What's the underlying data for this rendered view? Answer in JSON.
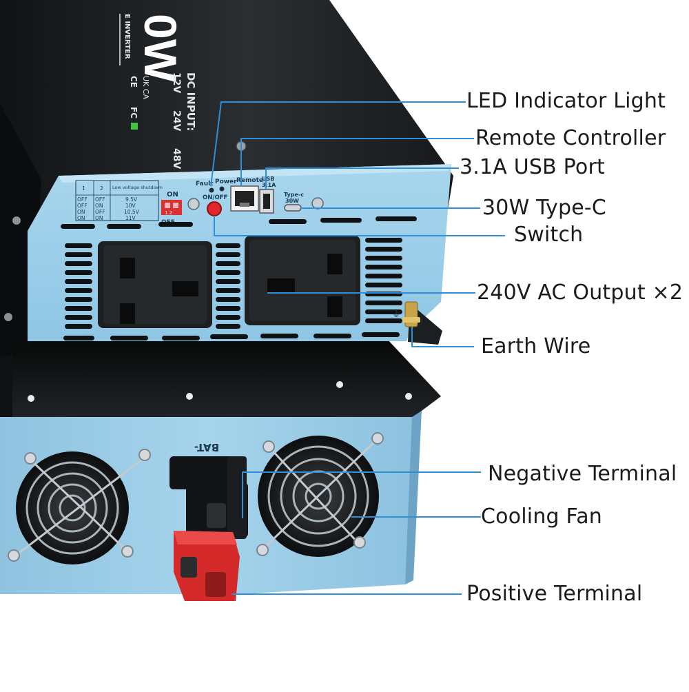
{
  "product": {
    "wattage_text": "0W",
    "subtitle_text": "E INVERTER",
    "dc_input_label": "DC INPUT:",
    "voltage_options": [
      "12V",
      "24V",
      "48V"
    ],
    "cert_marks": [
      "UK CA",
      "CE",
      "FC"
    ],
    "fault_label": "Fault",
    "power_label": "Power",
    "remote_label": "Remote",
    "usb_label": "USB",
    "usb_rating": "3.1A",
    "typec_label": "Type-c",
    "typec_rating": "30W",
    "onoff_label": "ON/OFF",
    "dip_on_label": "ON",
    "dip_off_label": "OFF",
    "dip_numbers": "1 2",
    "bat_neg_label": "BAT-",
    "shutdown_table": {
      "headers": [
        "1",
        "2",
        "Low voltage shutdown"
      ],
      "rows": [
        [
          "OFF",
          "OFF",
          "9.5V"
        ],
        [
          "OFF",
          "ON",
          "10V"
        ],
        [
          "ON",
          "OFF",
          "10.5V"
        ],
        [
          "ON",
          "ON",
          "11V"
        ]
      ]
    }
  },
  "callouts": {
    "led": "LED Indicator  Light",
    "remote": "Remote Controller",
    "usb": "3.1A USB Port",
    "typec": "30W Type-C",
    "switch": "Switch",
    "ac_output": "240V AC Output ×2",
    "earth": "Earth Wire",
    "negative": "Negative Terminal",
    "fan": "Cooling Fan",
    "positive": "Positive Terminal"
  },
  "colors": {
    "panel_blue": "#9fd0ea",
    "body_black": "#1c1f22",
    "leader_blue": "#2f8ed8",
    "terminal_red": "#d42a2a",
    "label_text": "#1b1b1b"
  }
}
